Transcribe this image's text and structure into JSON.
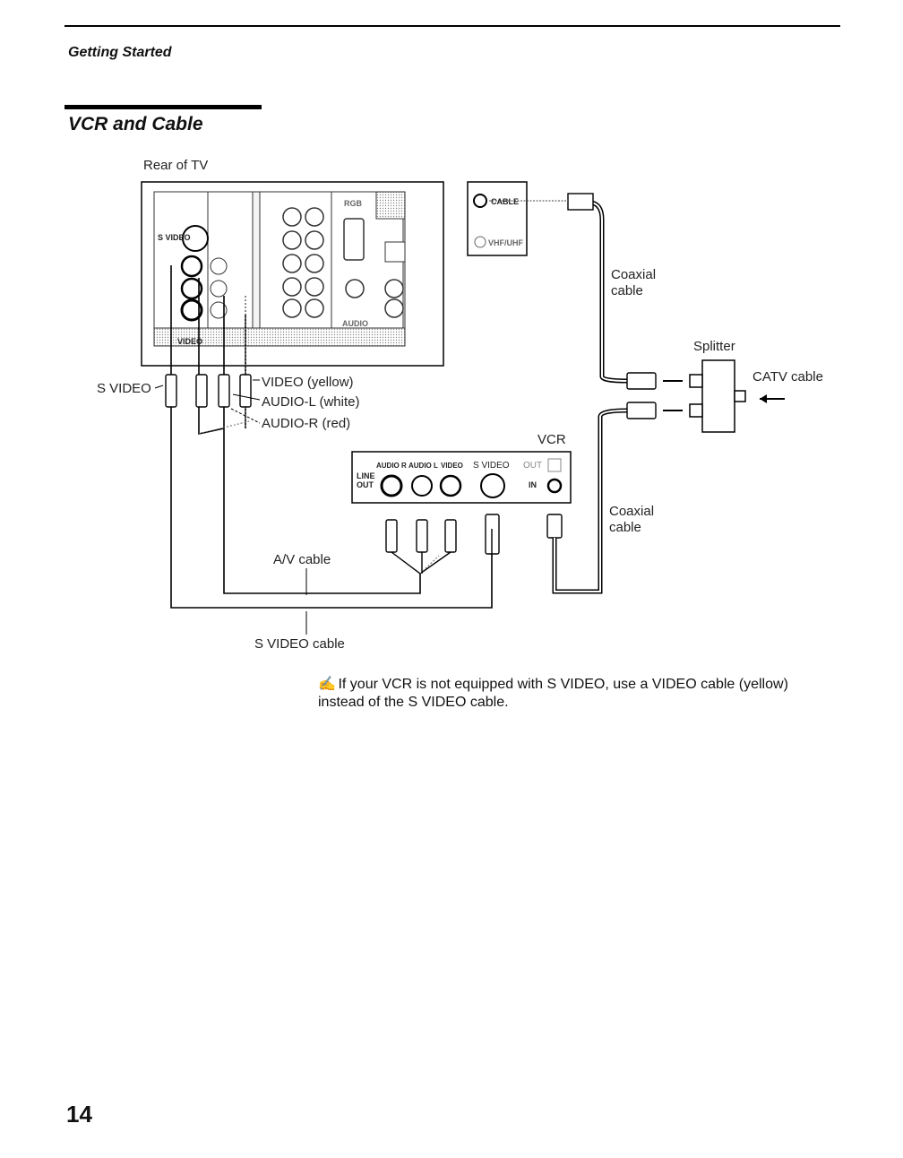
{
  "header": {
    "section": "Getting Started"
  },
  "heading": {
    "title": "VCR and Cable"
  },
  "diagram": {
    "rear_of_tv": "Rear of TV",
    "tv_panel": {
      "svideo": "S VIDEO",
      "video": "VIDEO",
      "rgb": "RGB",
      "audio": "AUDIO"
    },
    "tv_jack_labels": {
      "cable": "CABLE",
      "vhf_uhf": "VHF/UHF"
    },
    "svideo_label": "S VIDEO",
    "video_yellow": "VIDEO (yellow)",
    "audio_l_white": "AUDIO-L (white)",
    "audio_r_red": "AUDIO-R (red)",
    "coaxial_cable_top": [
      "Coaxial",
      "cable"
    ],
    "coaxial_cable_bottom": [
      "Coaxial",
      "cable"
    ],
    "splitter": "Splitter",
    "catv_cable": "CATV cable",
    "vcr": "VCR",
    "vcr_panel": {
      "line_out": [
        "LINE",
        "OUT"
      ],
      "audio_r": "AUDIO R",
      "audio_l": "AUDIO L",
      "video": "VIDEO",
      "s_video": "S VIDEO",
      "out": "OUT",
      "in": "IN"
    },
    "av_cable": "A/V cable",
    "svideo_cable": "S VIDEO cable"
  },
  "note": {
    "icon": "pencil-note-icon",
    "text": "If your VCR is not equipped with S VIDEO, use a VIDEO cable (yellow) instead of the S VIDEO cable."
  },
  "footer": {
    "page_number": "14"
  }
}
